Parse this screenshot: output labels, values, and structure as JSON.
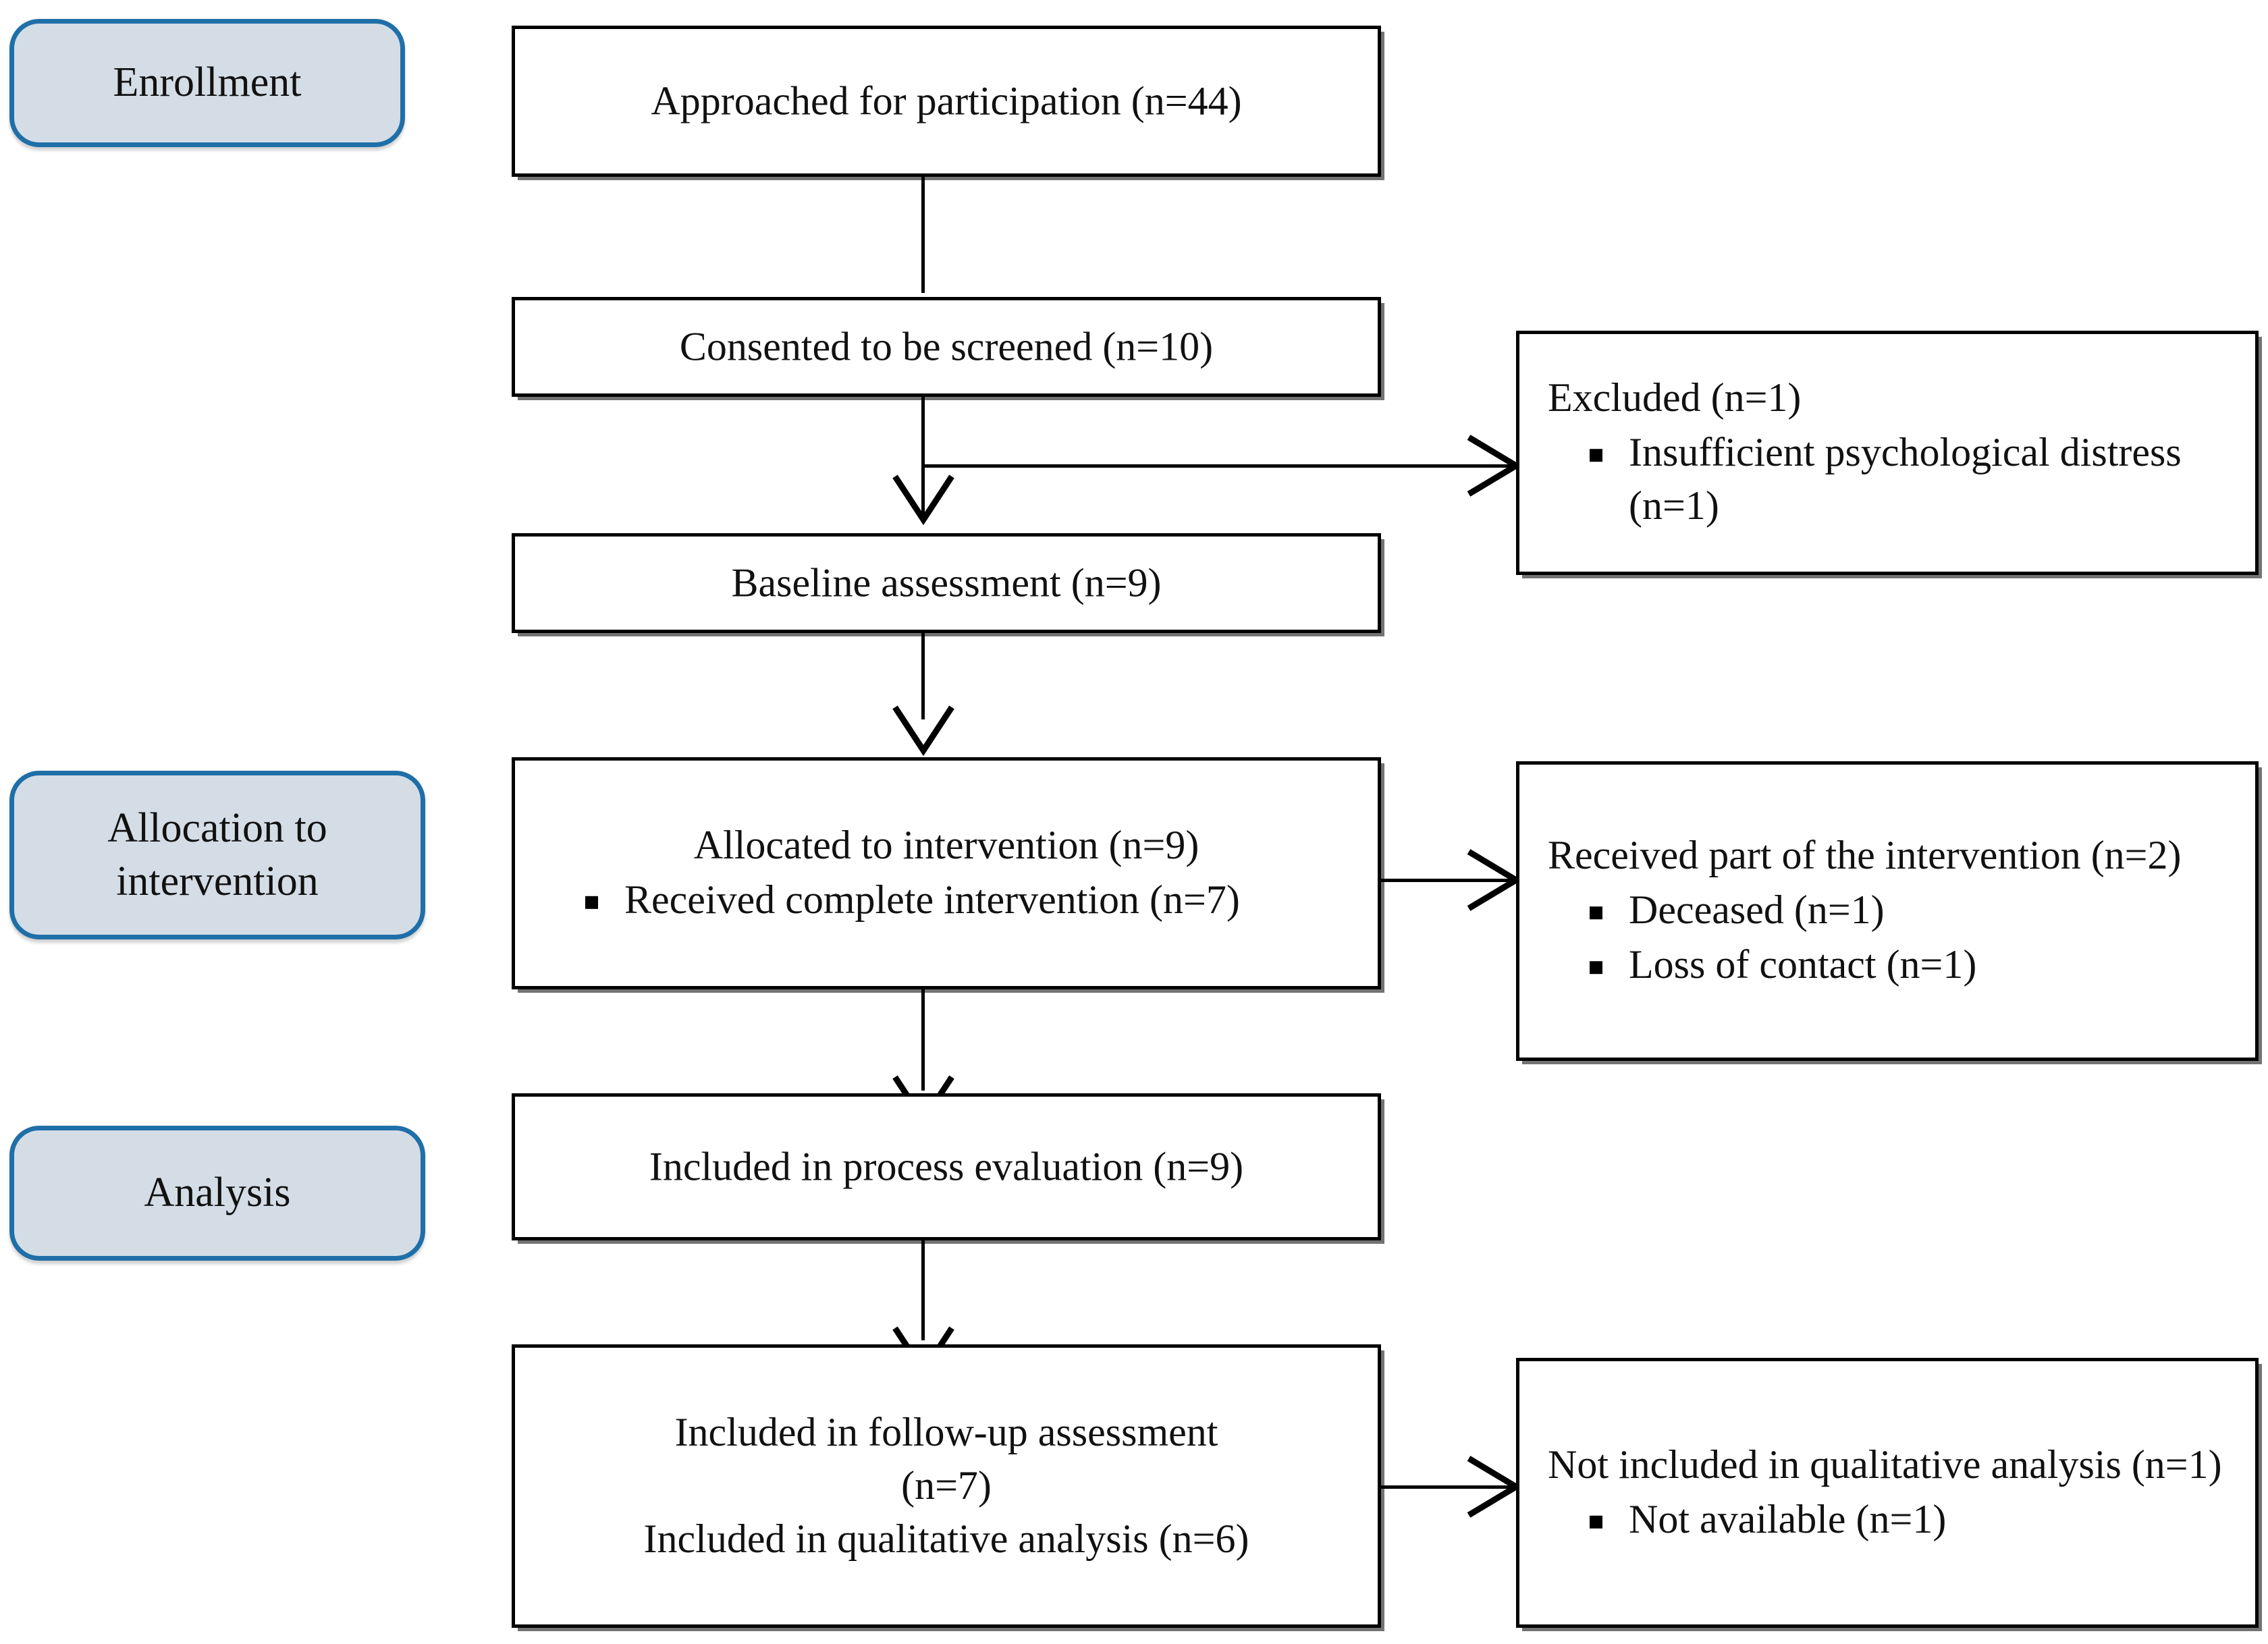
{
  "figure": {
    "type": "flowchart",
    "description": "CONSORT-style participant flow diagram"
  },
  "stages": [
    {
      "id": "enrollment",
      "label": "Enrollment"
    },
    {
      "id": "allocation",
      "label": "Allocation to intervention"
    },
    {
      "id": "analysis",
      "label": "Analysis"
    }
  ],
  "boxes": {
    "approached": {
      "title": "Approached for participation (n=44)",
      "bullets": []
    },
    "consented": {
      "title": "Consented to be screened (n=10)",
      "bullets": []
    },
    "baseline": {
      "title": "Baseline assessment (n=9)",
      "bullets": []
    },
    "allocated": {
      "title": "Allocated to intervention (n=9)",
      "bullets": [
        "Received complete intervention (n=7)"
      ]
    },
    "process_evaluation": {
      "title": "Included in process evaluation (n=9)",
      "bullets": []
    },
    "followup": {
      "line1": "Included in follow-up assessment",
      "line2": "(n=7)",
      "line3": "Included in qualitative analysis (n=6)"
    },
    "excluded": {
      "title": "Excluded (n=1)",
      "bullets": [
        "Insufficient psychological distress (n=1)"
      ]
    },
    "partial": {
      "title": "Received part of the intervention (n=2)",
      "bullets": [
        "Deceased (n=1)",
        "Loss of contact (n=1)"
      ]
    },
    "not_included": {
      "title": "Not included in qualitative analysis (n=1)",
      "bullets": [
        "Not available (n=1)"
      ]
    }
  },
  "colors": {
    "stage_fill": "#d4dde6",
    "stage_border": "#1f6fa8",
    "box_border": "#000000",
    "text": "#111111",
    "background": "#ffffff"
  }
}
